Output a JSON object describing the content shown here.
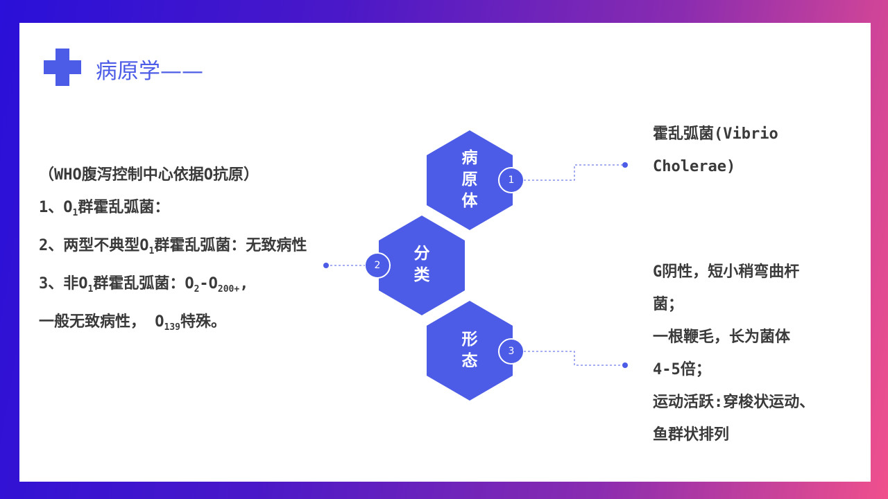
{
  "header": {
    "title": "病原学——"
  },
  "left": {
    "line0": "（WHO腹泻控制中心依据O抗原）",
    "line1_a": "1、O",
    "line1_sub": "1",
    "line1_b": "群霍乱弧菌：",
    "line2_a": "2、两型不典型O",
    "line2_sub": "1",
    "line2_b": "群霍乱弧菌：无致病性",
    "line3_a": "3、非O",
    "line3_sub1": "1",
    "line3_b": "群霍乱弧菌：O",
    "line3_sub2": "2",
    "line3_c": "-O",
    "line3_sub3": "200+",
    "line3_d": ",",
    "line4_a": "一般无致病性，  O",
    "line4_sub": "139",
    "line4_b": "特殊。"
  },
  "hexagons": [
    {
      "label": "病\n原\n体",
      "number": "1"
    },
    {
      "label": "分\n类",
      "number": "2"
    },
    {
      "label": "形\n态",
      "number": "3"
    }
  ],
  "right": {
    "pathogen_line1": "霍乱弧菌(Vibrio",
    "pathogen_line2": "Cholerae)",
    "morph_line1": "G阴性，短小稍弯曲杆",
    "morph_line2": "菌；",
    "morph_line3": "一根鞭毛，长为菌体",
    "morph_line4": "4-5倍；",
    "morph_line5": "运动活跃:穿梭状运动、",
    "morph_line6": "鱼群状排列"
  },
  "colors": {
    "accent": "#4c5ce6",
    "hex_fill": "#4c5ce6",
    "text": "#3a3a3a"
  }
}
